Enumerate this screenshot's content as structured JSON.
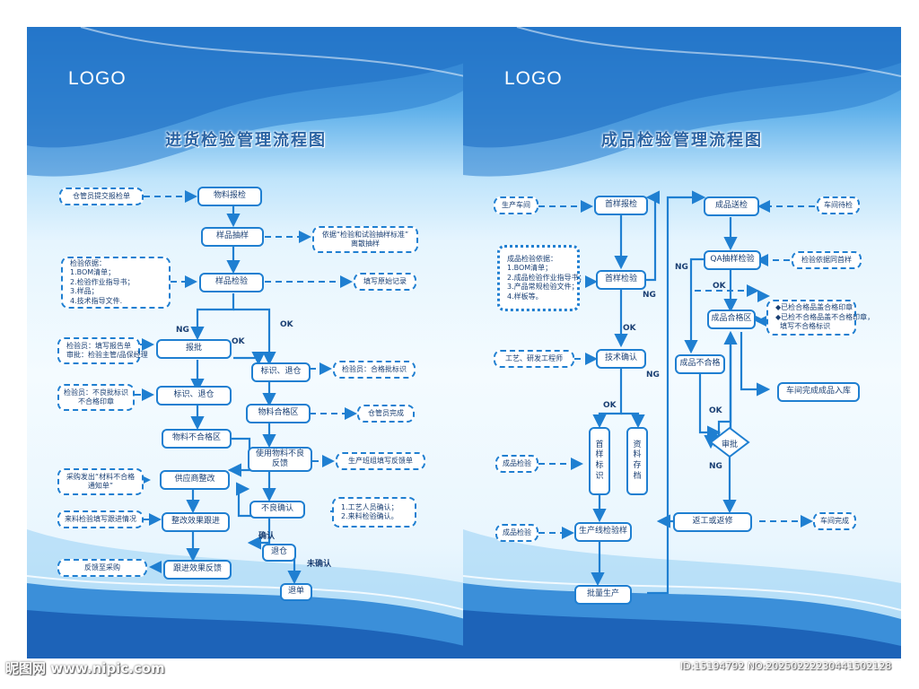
{
  "brand": {
    "left_logo": "LOGO",
    "right_logo": "LOGO"
  },
  "colors": {
    "accent": "#1f7fd1",
    "text": "#1a3f73",
    "title": "#2a63a3",
    "banner_dark": "#2b7fd0"
  },
  "left": {
    "title": "进货检验管理流程图",
    "boxes": {
      "receive": "物料报检",
      "sampling": "样品抽样",
      "inspect": "样品检验",
      "report": "报批",
      "label_return": "标识、退仓",
      "label_return2": "标识、退仓",
      "qualified_area": "物料合格区",
      "nonconforming_area": "物料不合格区",
      "use_feedback": "使用物料不良\n反馈",
      "supplier_fix": "供应商整改",
      "effect_track": "整改效果跟进",
      "defect_confirm": "不良确认",
      "feedback_track": "跟进效果反馈",
      "return_store": "退仓",
      "return_goods": "退单"
    },
    "notes": {
      "warehouse_submit": "仓管员提交报检单",
      "sampling_basis": "依据“检验和试验抽样标准”\n离散抽样",
      "inspect_basis": "检验依据：\n1.BOM清单；\n2.检验作业指导书；\n3.样品；\n4.技术指导文件.",
      "fill_record": "填写原始记录",
      "report_note": "检验员：填写报告单\n审批：检验主管/品保经理",
      "nonconf_note": "检验员：不良批标识\n不合格印章",
      "qual_mark": "检验员：合格批标识",
      "store_done": "仓管员完成",
      "line_feedback": "生产班组填写反馈单",
      "purchase_note": "采购发出“材料不合格\n通知单”",
      "track_note": "来料检验填写跟进情况",
      "to_purchase": "反馈至采购",
      "confirm_note": "1.工艺人员确认；\n2.来料检验确认。"
    },
    "labels": {
      "ng": "NG",
      "ok": "OK",
      "ok2": "OK",
      "confirm": "确认",
      "not_confirm": "未确认"
    }
  },
  "right": {
    "title": "成品检验管理流程图",
    "boxes": {
      "first_report": "首样报检",
      "first_inspect": "首样检验",
      "tech_confirm": "技术确认",
      "first_label": "首样标识",
      "data_archive": "资料存档",
      "line_inspect": "生产线检验样",
      "mass_produce": "批量生产",
      "send_inspect": "成品送检",
      "qa_sampling": "QA抽样检验",
      "qualified_area": "成品合格区",
      "nonconforming": "成品不合格",
      "rework": "返工或返修",
      "workshop_store": "车间完成成品入库",
      "review": "审批"
    },
    "notes": {
      "workshop": "生产车间",
      "inspect_basis": "成品检验依据：\n1.BOM清单；\n2.成品检验作业指导书；\n3.产品常规检验文件；\n4.样板等。",
      "engineer": "工艺、研发工程师",
      "product_inspect1": "成品检验",
      "product_inspect2": "成品检验",
      "workshop_wait": "车间待检",
      "qa_basis": "检验依据同首样",
      "stamp_note": "◆已检合格品盖合格印章\n◆已检不合格品盖不合格印章，\n  填写不合格标识",
      "workshop_done": "车间完成"
    },
    "labels": {
      "ng1": "NG",
      "ok1": "OK",
      "ng2": "NG",
      "ok2": "OK",
      "ng3": "NG",
      "ok3": "OK",
      "ok4": "OK",
      "ng4": "NG"
    }
  },
  "watermarks": {
    "site": "昵图网 www.nipic.com",
    "id": "ID:15194792 NO:20250222230441502128"
  }
}
